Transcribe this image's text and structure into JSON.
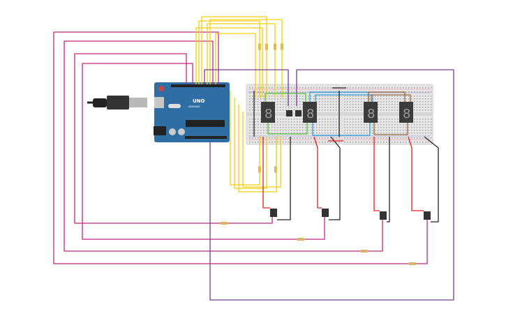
{
  "canvas": {
    "background": "#ffffff"
  },
  "arduino": {
    "model_logo": "UNO",
    "brand_logo": "ARDUINO",
    "board_color": "#2f6ea5"
  },
  "breadboard": {
    "color": "#e6e6e6",
    "halves": 2
  },
  "seven_segment_displays": [
    {
      "glyph": "8"
    },
    {
      "glyph": "8"
    },
    {
      "glyph": "8"
    },
    {
      "glyph": "8"
    }
  ],
  "pushbuttons": 2,
  "sensors": 4,
  "wire_colors": {
    "pink": "#c2277f",
    "purple": "#7b3a96",
    "yellow": "#f2cf0a",
    "green": "#5cc23a",
    "blue": "#2f9fd8",
    "brown": "#9a6a3e",
    "red": "#e02020",
    "black": "#222222"
  }
}
